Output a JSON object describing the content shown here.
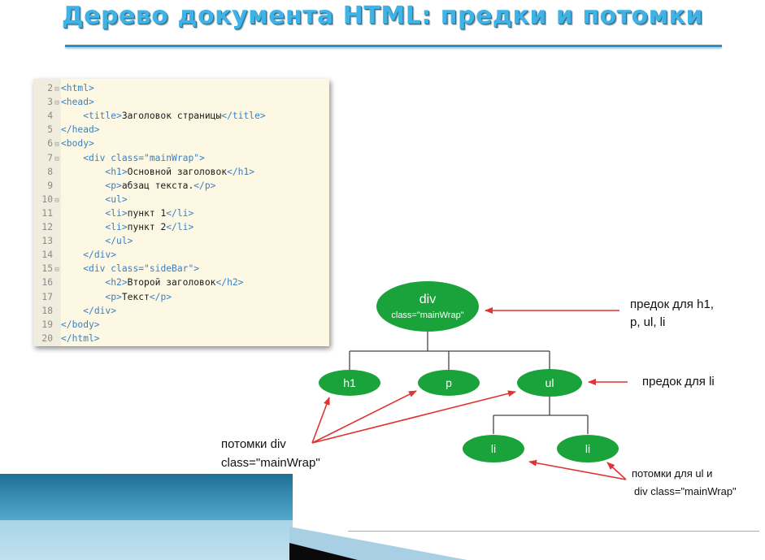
{
  "title": "Дерево документа HTML: предки и потомки",
  "code": [
    {
      "n": "2",
      "fold": "⊟",
      "indent": 0,
      "parts": [
        [
          "tag",
          "<html>"
        ]
      ]
    },
    {
      "n": "3",
      "fold": "⊟",
      "indent": 0,
      "parts": [
        [
          "tag",
          "<head>"
        ]
      ]
    },
    {
      "n": "4",
      "fold": "",
      "indent": 1,
      "parts": [
        [
          "tag",
          "<title>"
        ],
        [
          "txt",
          "Заголовок страницы"
        ],
        [
          "tag",
          "</title>"
        ]
      ]
    },
    {
      "n": "5",
      "fold": "",
      "indent": 0,
      "parts": [
        [
          "tag",
          "</head>"
        ]
      ]
    },
    {
      "n": "6",
      "fold": "⊟",
      "indent": 0,
      "parts": [
        [
          "tag",
          "<body>"
        ]
      ]
    },
    {
      "n": "7",
      "fold": "⊟",
      "indent": 1,
      "parts": [
        [
          "tag",
          "<div "
        ],
        [
          "attr",
          "class="
        ],
        [
          "str",
          "\"mainWrap\""
        ],
        [
          "tag",
          ">"
        ]
      ]
    },
    {
      "n": "8",
      "fold": "",
      "indent": 2,
      "parts": [
        [
          "tag",
          "<h1>"
        ],
        [
          "txt",
          "Основной заголовок"
        ],
        [
          "tag",
          "</h1>"
        ]
      ]
    },
    {
      "n": "9",
      "fold": "",
      "indent": 2,
      "parts": [
        [
          "tag",
          "<p>"
        ],
        [
          "txt",
          "абзац текста."
        ],
        [
          "tag",
          "</p>"
        ]
      ]
    },
    {
      "n": "10",
      "fold": "⊟",
      "indent": 2,
      "parts": [
        [
          "tag",
          "<ul>"
        ]
      ]
    },
    {
      "n": "11",
      "fold": "",
      "indent": 2,
      "parts": [
        [
          "tag",
          "<li>"
        ],
        [
          "txt",
          "пункт 1"
        ],
        [
          "tag",
          "</li>"
        ]
      ]
    },
    {
      "n": "12",
      "fold": "",
      "indent": 2,
      "parts": [
        [
          "tag",
          "<li>"
        ],
        [
          "txt",
          "пункт 2"
        ],
        [
          "tag",
          "</li>"
        ]
      ]
    },
    {
      "n": "13",
      "fold": "",
      "indent": 2,
      "parts": [
        [
          "tag",
          "</ul>"
        ]
      ]
    },
    {
      "n": "14",
      "fold": "",
      "indent": 1,
      "parts": [
        [
          "tag",
          "</div>"
        ]
      ]
    },
    {
      "n": "15",
      "fold": "⊟",
      "indent": 1,
      "parts": [
        [
          "tag",
          "<div "
        ],
        [
          "attr",
          "class="
        ],
        [
          "str",
          "\"sideBar\""
        ],
        [
          "tag",
          ">"
        ]
      ]
    },
    {
      "n": "16",
      "fold": "",
      "indent": 2,
      "parts": [
        [
          "tag",
          "<h2>"
        ],
        [
          "txt",
          "Второй заголовок"
        ],
        [
          "tag",
          "</h2>"
        ]
      ]
    },
    {
      "n": "17",
      "fold": "",
      "indent": 2,
      "parts": [
        [
          "tag",
          "<p>"
        ],
        [
          "txt",
          "Текст"
        ],
        [
          "tag",
          "</p>"
        ]
      ]
    },
    {
      "n": "18",
      "fold": "",
      "indent": 1,
      "parts": [
        [
          "tag",
          "</div>"
        ]
      ]
    },
    {
      "n": "19",
      "fold": "",
      "indent": 0,
      "parts": [
        [
          "tag",
          "</body>"
        ]
      ]
    },
    {
      "n": "20",
      "fold": "",
      "indent": 0,
      "parts": [
        [
          "tag",
          "</html>"
        ]
      ]
    }
  ],
  "tree": {
    "root": {
      "label": "div",
      "sublabel": "class=\"mainWrap\""
    },
    "children": [
      "h1",
      "p",
      "ul"
    ],
    "grandchildren": [
      "li",
      "li"
    ]
  },
  "annotations": {
    "ancestor_main_line1": "предок для h1,",
    "ancestor_main_line2": "p, ul, li",
    "ancestor_ul": "предок для li",
    "descendants_div_line1": "потомки div",
    "descendants_div_line2": "class=\"mainWrap\"",
    "descendants_ul_line1": "потомки для ul и",
    "descendants_ul_line2": "div class=\"mainWrap\""
  },
  "colors": {
    "node_fill": "#1aa33a",
    "arrow": "#e23232",
    "line": "#444444",
    "title": "#3fb3e6"
  }
}
